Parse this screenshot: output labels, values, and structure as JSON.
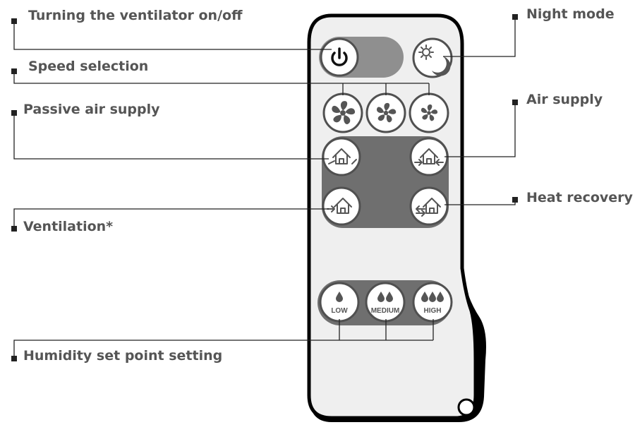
{
  "callouts": {
    "on_off": "Turning the ventilator on/off",
    "speed": "Speed selection",
    "passive": "Passive air supply",
    "ventilation": "Ventilation*",
    "humidity": "Humidity set point setting",
    "night": "Night mode",
    "air_supply": "Air supply",
    "heat_recovery": "Heat recovery"
  },
  "remote": {
    "humidity_buttons": [
      "LOW",
      "MEDIUM",
      "HIGH"
    ]
  },
  "colors": {
    "remote_body": "#efefef",
    "panel_gray": "#6f6f6f",
    "outline": "#000000",
    "label_text": "#555555"
  },
  "icons": {
    "power": "power-icon",
    "night": "sun-moon-icon",
    "speed": "fan-icon",
    "mode": "house-arrows-icon",
    "humidity": "droplet-icon"
  }
}
